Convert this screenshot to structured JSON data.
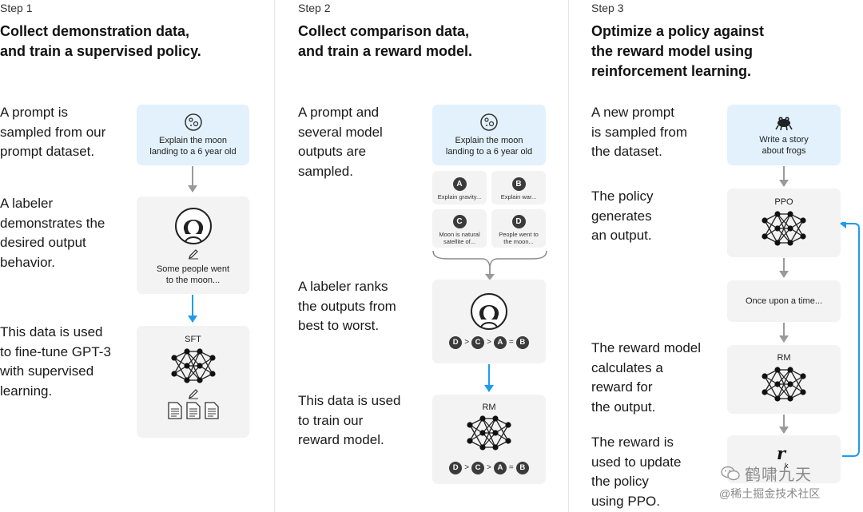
{
  "steps": [
    {
      "label": "Step 1",
      "title": "Collect demonstration data,\nand train a supervised policy.",
      "desc1": "A prompt is\nsampled from our\nprompt dataset.",
      "desc2": "A labeler\ndemonstrates the\ndesired output\nbehavior.",
      "desc3": "This data is used\nto fine-tune GPT-3\nwith supervised\nlearning.",
      "prompt": "Explain the moon\nlanding to a 6 year old",
      "output": "Some people went\nto the moon...",
      "model": "SFT"
    },
    {
      "label": "Step 2",
      "title": "Collect comparison data,\nand train a reward model.",
      "desc1": "A prompt and\nseveral model\noutputs are\nsampled.",
      "desc2": "A labeler ranks\nthe outputs from\nbest to worst.",
      "desc3": "This data is used\nto train our\nreward model.",
      "prompt": "Explain the moon\nlanding to a 6 year old",
      "outputs": [
        {
          "badge": "A",
          "text": "Explain gravity..."
        },
        {
          "badge": "B",
          "text": "Explain war..."
        },
        {
          "badge": "C",
          "text": "Moon is natural\nsatellite of..."
        },
        {
          "badge": "D",
          "text": "People went to\nthe moon..."
        }
      ],
      "ranking": [
        "D",
        ">",
        "C",
        ">",
        "A",
        "=",
        "B"
      ],
      "model": "RM"
    },
    {
      "label": "Step 3",
      "title": "Optimize a policy against\nthe reward model using\nreinforcement learning.",
      "desc1": "A new prompt\nis sampled from\nthe dataset.",
      "desc2": "The policy\ngenerates\nan output.",
      "desc3": "The reward model\ncalculates a\nreward for\nthe output.",
      "desc4": "The reward is\nused to update\nthe policy\nusing PPO.",
      "prompt": "Write a story\nabout frogs",
      "policy": "PPO",
      "output": "Once upon a time...",
      "model": "RM",
      "reward": "r"
    }
  ],
  "watermark": {
    "line1": "鹤啸九天",
    "line2": "@稀土掘金技术社区"
  },
  "colors": {
    "prompt_bg": "#e2f1fb",
    "box_bg": "#f3f3f3",
    "arrow_blue": "#1e9bef",
    "arrow_gray": "#9a9a9a"
  },
  "icons": [
    "moon-icon",
    "labeler-avatar-icon",
    "pencil-icon",
    "document-icon",
    "neural-network-icon",
    "frog-icon"
  ]
}
